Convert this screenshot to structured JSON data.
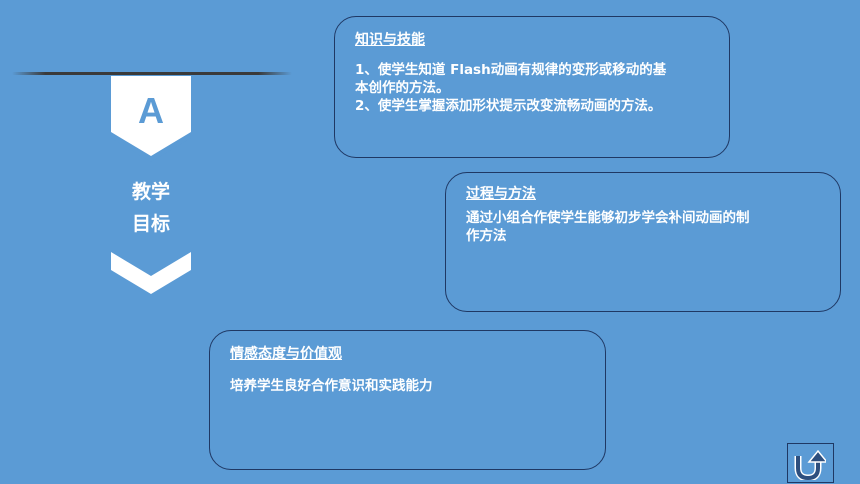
{
  "ribbon": {
    "letter": "A",
    "title_line1": "教学",
    "title_line2": "目标",
    "color": "#ffffff"
  },
  "boxes": [
    {
      "heading": "知识与技能",
      "lines": [
        "1、使学生知道  Flash动画有规律的变形或移动的基",
        "本创作的方法。",
        "2、使学生掌握添加形状提示改变流畅动画的方法。"
      ]
    },
    {
      "heading": "过程与方法",
      "lines": [
        "通过小组合作使学生能够初步学会补间动画的制",
        "作方法"
      ]
    },
    {
      "heading": "情感态度与价值观",
      "lines": [
        "培养学生良好合作意识和实践能力"
      ]
    }
  ],
  "return_button": {
    "icon": "u-turn-arrow-icon"
  },
  "colors": {
    "background": "#5b9bd5",
    "border": "#1f3864",
    "text": "#ffffff"
  }
}
